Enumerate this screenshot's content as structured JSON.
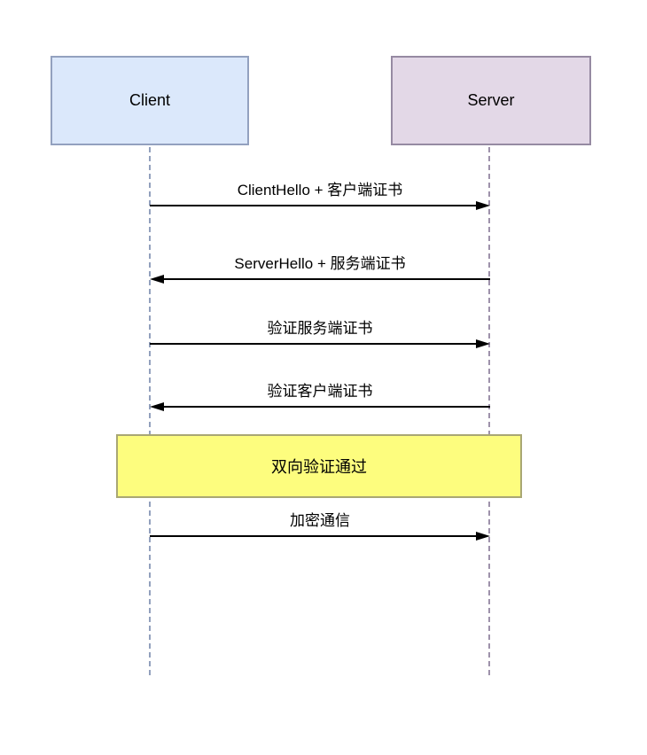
{
  "diagram": {
    "type": "sequence",
    "background": "#ffffff",
    "actors": [
      {
        "id": "client",
        "label": "Client",
        "fill": "#dbe8fb",
        "border": "#93a1bf",
        "lifeline_color": "#92a0bd"
      },
      {
        "id": "server",
        "label": "Server",
        "fill": "#e3d8e7",
        "border": "#968aa2",
        "lifeline_color": "#9e92ab"
      }
    ],
    "messages": [
      {
        "label": "ClientHello + 客户端证书",
        "from": "client",
        "to": "server",
        "direction": "right"
      },
      {
        "label": "ServerHello + 服务端证书",
        "from": "server",
        "to": "client",
        "direction": "left"
      },
      {
        "label": "验证服务端证书",
        "from": "client",
        "to": "server",
        "direction": "right"
      },
      {
        "label": "验证客户端证书",
        "from": "server",
        "to": "client",
        "direction": "left"
      },
      {
        "label": "加密通信",
        "from": "client",
        "to": "server",
        "direction": "right"
      }
    ],
    "note": {
      "label": "双向验证通过",
      "fill": "#fdfd7e",
      "border": "#a9a774"
    },
    "arrow_color": "#000000"
  }
}
